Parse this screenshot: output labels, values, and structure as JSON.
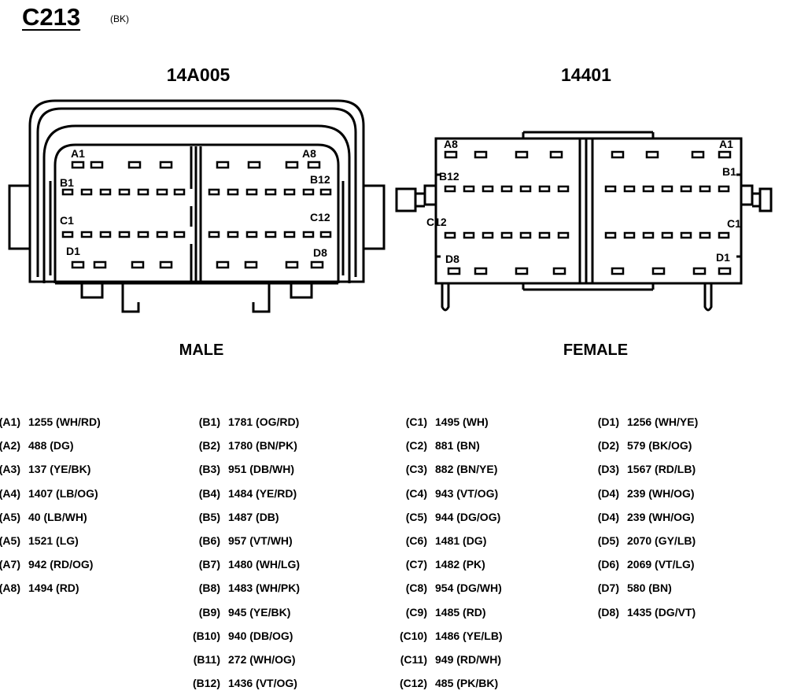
{
  "header": {
    "title": "C213",
    "color_code": "(BK)"
  },
  "connectors": {
    "male": {
      "part": "14A005",
      "gender": "MALE",
      "labels": [
        "A1",
        "A8",
        "B1",
        "B12",
        "C1",
        "C12",
        "D1",
        "D8"
      ]
    },
    "female": {
      "part": "14401",
      "gender": "FEMALE",
      "labels": [
        "A8",
        "A1",
        "B12",
        "B1",
        "C12",
        "C1",
        "D8",
        "D1"
      ]
    }
  },
  "pinout": {
    "A": [
      {
        "pin": "(A1)",
        "circuit": "1255 (WH/RD)"
      },
      {
        "pin": "(A2)",
        "circuit": "488 (DG)"
      },
      {
        "pin": "(A3)",
        "circuit": "137 (YE/BK)"
      },
      {
        "pin": "(A4)",
        "circuit": "1407 (LB/OG)"
      },
      {
        "pin": "(A5)",
        "circuit": "40 (LB/WH)"
      },
      {
        "pin": "(A5)",
        "circuit": "1521 (LG)"
      },
      {
        "pin": "(A7)",
        "circuit": "942 (RD/OG)"
      },
      {
        "pin": "(A8)",
        "circuit": "1494 (RD)"
      }
    ],
    "B": [
      {
        "pin": "(B1)",
        "circuit": "1781 (OG/RD)"
      },
      {
        "pin": "(B2)",
        "circuit": "1780 (BN/PK)"
      },
      {
        "pin": "(B3)",
        "circuit": "951 (DB/WH)"
      },
      {
        "pin": "(B4)",
        "circuit": "1484 (YE/RD)"
      },
      {
        "pin": "(B5)",
        "circuit": "1487 (DB)"
      },
      {
        "pin": "(B6)",
        "circuit": "957 (VT/WH)"
      },
      {
        "pin": "(B7)",
        "circuit": "1480 (WH/LG)"
      },
      {
        "pin": "(B8)",
        "circuit": "1483 (WH/PK)"
      },
      {
        "pin": "(B9)",
        "circuit": "945 (YE/BK)"
      },
      {
        "pin": "(B10)",
        "circuit": "940 (DB/OG)"
      },
      {
        "pin": "(B11)",
        "circuit": "272 (WH/OG)"
      },
      {
        "pin": "(B12)",
        "circuit": "1436 (VT/OG)"
      }
    ],
    "C": [
      {
        "pin": "(C1)",
        "circuit": "1495 (WH)"
      },
      {
        "pin": "(C2)",
        "circuit": "881 (BN)"
      },
      {
        "pin": "(C3)",
        "circuit": "882 (BN/YE)"
      },
      {
        "pin": "(C4)",
        "circuit": "943 (VT/OG)"
      },
      {
        "pin": "(C5)",
        "circuit": "944 (DG/OG)"
      },
      {
        "pin": "(C6)",
        "circuit": "1481 (DG)"
      },
      {
        "pin": "(C7)",
        "circuit": "1482 (PK)"
      },
      {
        "pin": "(C8)",
        "circuit": "954 (DG/WH)"
      },
      {
        "pin": "(C9)",
        "circuit": "1485 (RD)"
      },
      {
        "pin": "(C10)",
        "circuit": "1486 (YE/LB)"
      },
      {
        "pin": "(C11)",
        "circuit": "949 (RD/WH)"
      },
      {
        "pin": "(C12)",
        "circuit": "485 (PK/BK)"
      }
    ],
    "D": [
      {
        "pin": "(D1)",
        "circuit": "1256 (WH/YE)"
      },
      {
        "pin": "(D2)",
        "circuit": "579 (BK/OG)"
      },
      {
        "pin": "(D3)",
        "circuit": "1567 (RD/LB)"
      },
      {
        "pin": "(D4)",
        "circuit": "239 (WH/OG)"
      },
      {
        "pin": "(D4)",
        "circuit": "239 (WH/OG)"
      },
      {
        "pin": "(D5)",
        "circuit": "2070 (GY/LB)"
      },
      {
        "pin": "(D6)",
        "circuit": "2069 (VT/LG)"
      },
      {
        "pin": "(D7)",
        "circuit": "580 (BN)"
      },
      {
        "pin": "(D8)",
        "circuit": "1435 (DG/VT)"
      }
    ]
  }
}
